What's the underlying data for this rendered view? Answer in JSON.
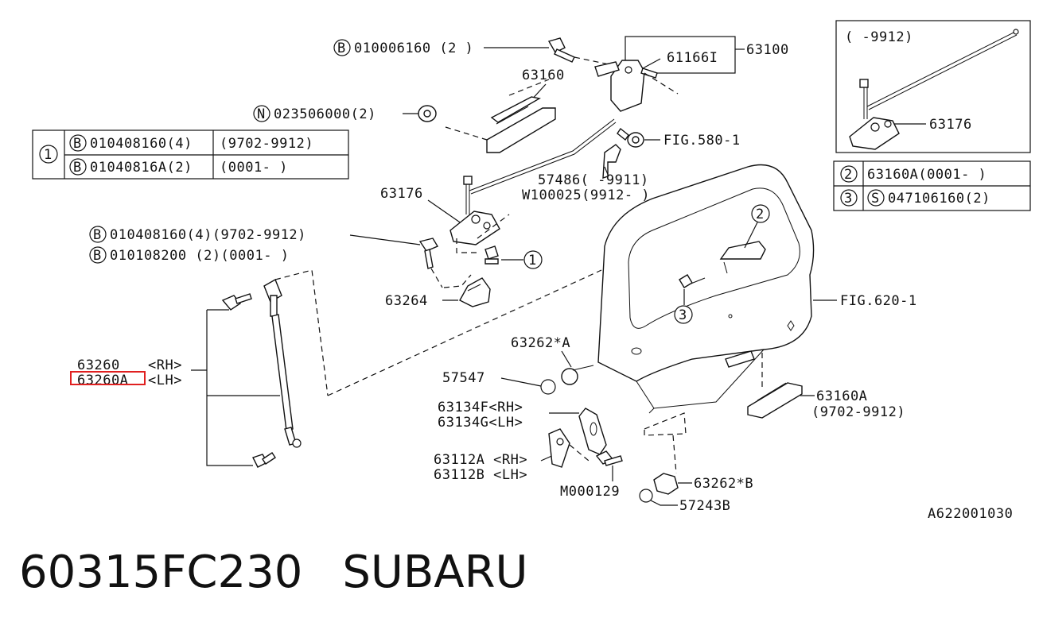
{
  "diagram": {
    "figure_id": "A622001030",
    "labels": {
      "bolt_top": "010006160 (2 )",
      "bolt_top_mark": "B",
      "p63100": "63100",
      "p61166": "61166I",
      "p63160": "63160",
      "nut": "023506000(2)",
      "nut_mark": "N",
      "fig580": "FIG.580-1",
      "p57486": "57486(  -9911)",
      "w100025": "W100025(9912-  )",
      "p63176": "63176",
      "bolt_b1": "010408160(4)(9702-9912)",
      "bolt_b2": "010108200 (2)(0001-    )",
      "p63264": "63264",
      "p63260": "63260",
      "p63260_side": "<RH>",
      "p63260a": "63260A",
      "p63260a_side": "<LH>",
      "p63262a": "63262*A",
      "p57547": "57547",
      "p63134f": "63134F<RH>",
      "p63134g": "63134G<LH>",
      "p63112a": "63112A <RH>",
      "p63112b": "63112B <LH>",
      "m000129": "M000129",
      "p63262b": "63262*B",
      "p57243b": "57243B",
      "p63160a": "63160A",
      "p63160a_range": "(9702-9912)",
      "fig620": "FIG.620-1",
      "inset_range": "(   -9912)",
      "inset_63176": "63176",
      "callout_1": "1",
      "callout_2": "2",
      "callout_3": "3"
    },
    "table_left": {
      "index": "1",
      "rows": [
        {
          "mark": "B",
          "part": "010408160(4)",
          "range": "(9702-9912)"
        },
        {
          "mark": "B",
          "part": "01040816A(2)",
          "range": "(0001-    )"
        }
      ]
    },
    "table_right": {
      "rows": [
        {
          "index": "2",
          "mark": "",
          "text": "63160A(0001-    )"
        },
        {
          "index": "3",
          "mark": "S",
          "text": "047106160(2)"
        }
      ]
    }
  },
  "footer": {
    "part_number": "60315FC230",
    "brand": "SUBARU"
  }
}
